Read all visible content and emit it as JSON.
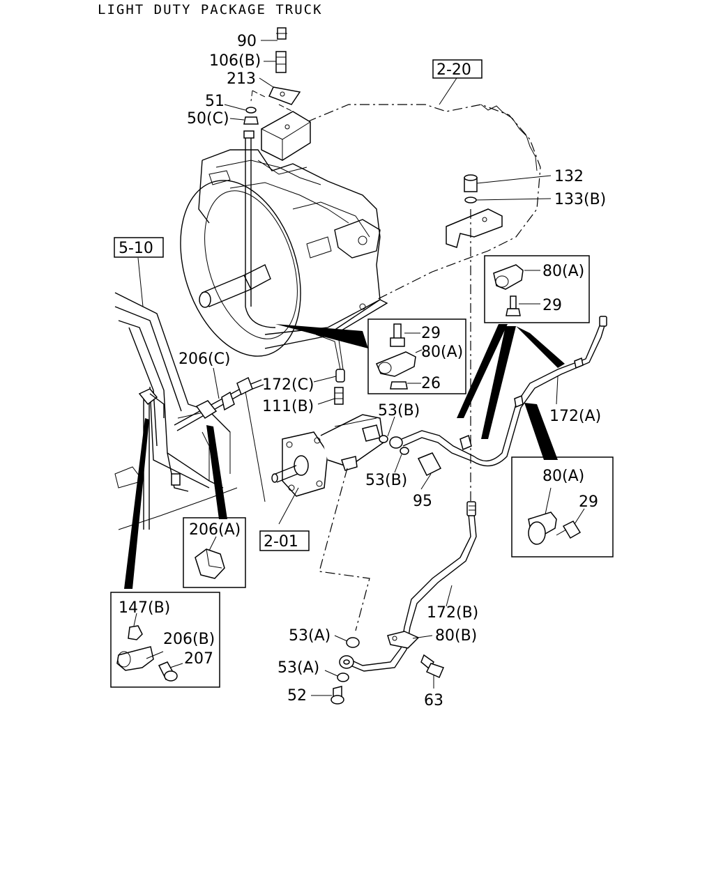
{
  "title": "LIGHT DUTY PACKAGE TRUCK",
  "refs": {
    "r220": "2-20",
    "r510": "5-10",
    "r201": "2-01"
  },
  "labels": {
    "l90": "90",
    "l106b": "106(B)",
    "l213": "213",
    "l51": "51",
    "l50c": "50(C)",
    "l132": "132",
    "l133b": "133(B)",
    "l80a_tr": "80(A)",
    "l29_tr": "29",
    "l29_mid": "29",
    "l80a_mid": "80(A)",
    "l26": "26",
    "l206c": "206(C)",
    "l172c": "172(C)",
    "l111b": "111(B)",
    "l53b_top": "53(B)",
    "l53b_bot": "53(B)",
    "l95": "95",
    "l172a": "172(A)",
    "l80a_r": "80(A)",
    "l29_r": "29",
    "l206a": "206(A)",
    "l147b": "147(B)",
    "l206b": "206(B)",
    "l207": "207",
    "l172b": "172(B)",
    "l53a_1": "53(A)",
    "l80b": "80(B)",
    "l53a_2": "53(A)",
    "l52": "52",
    "l63": "63"
  }
}
